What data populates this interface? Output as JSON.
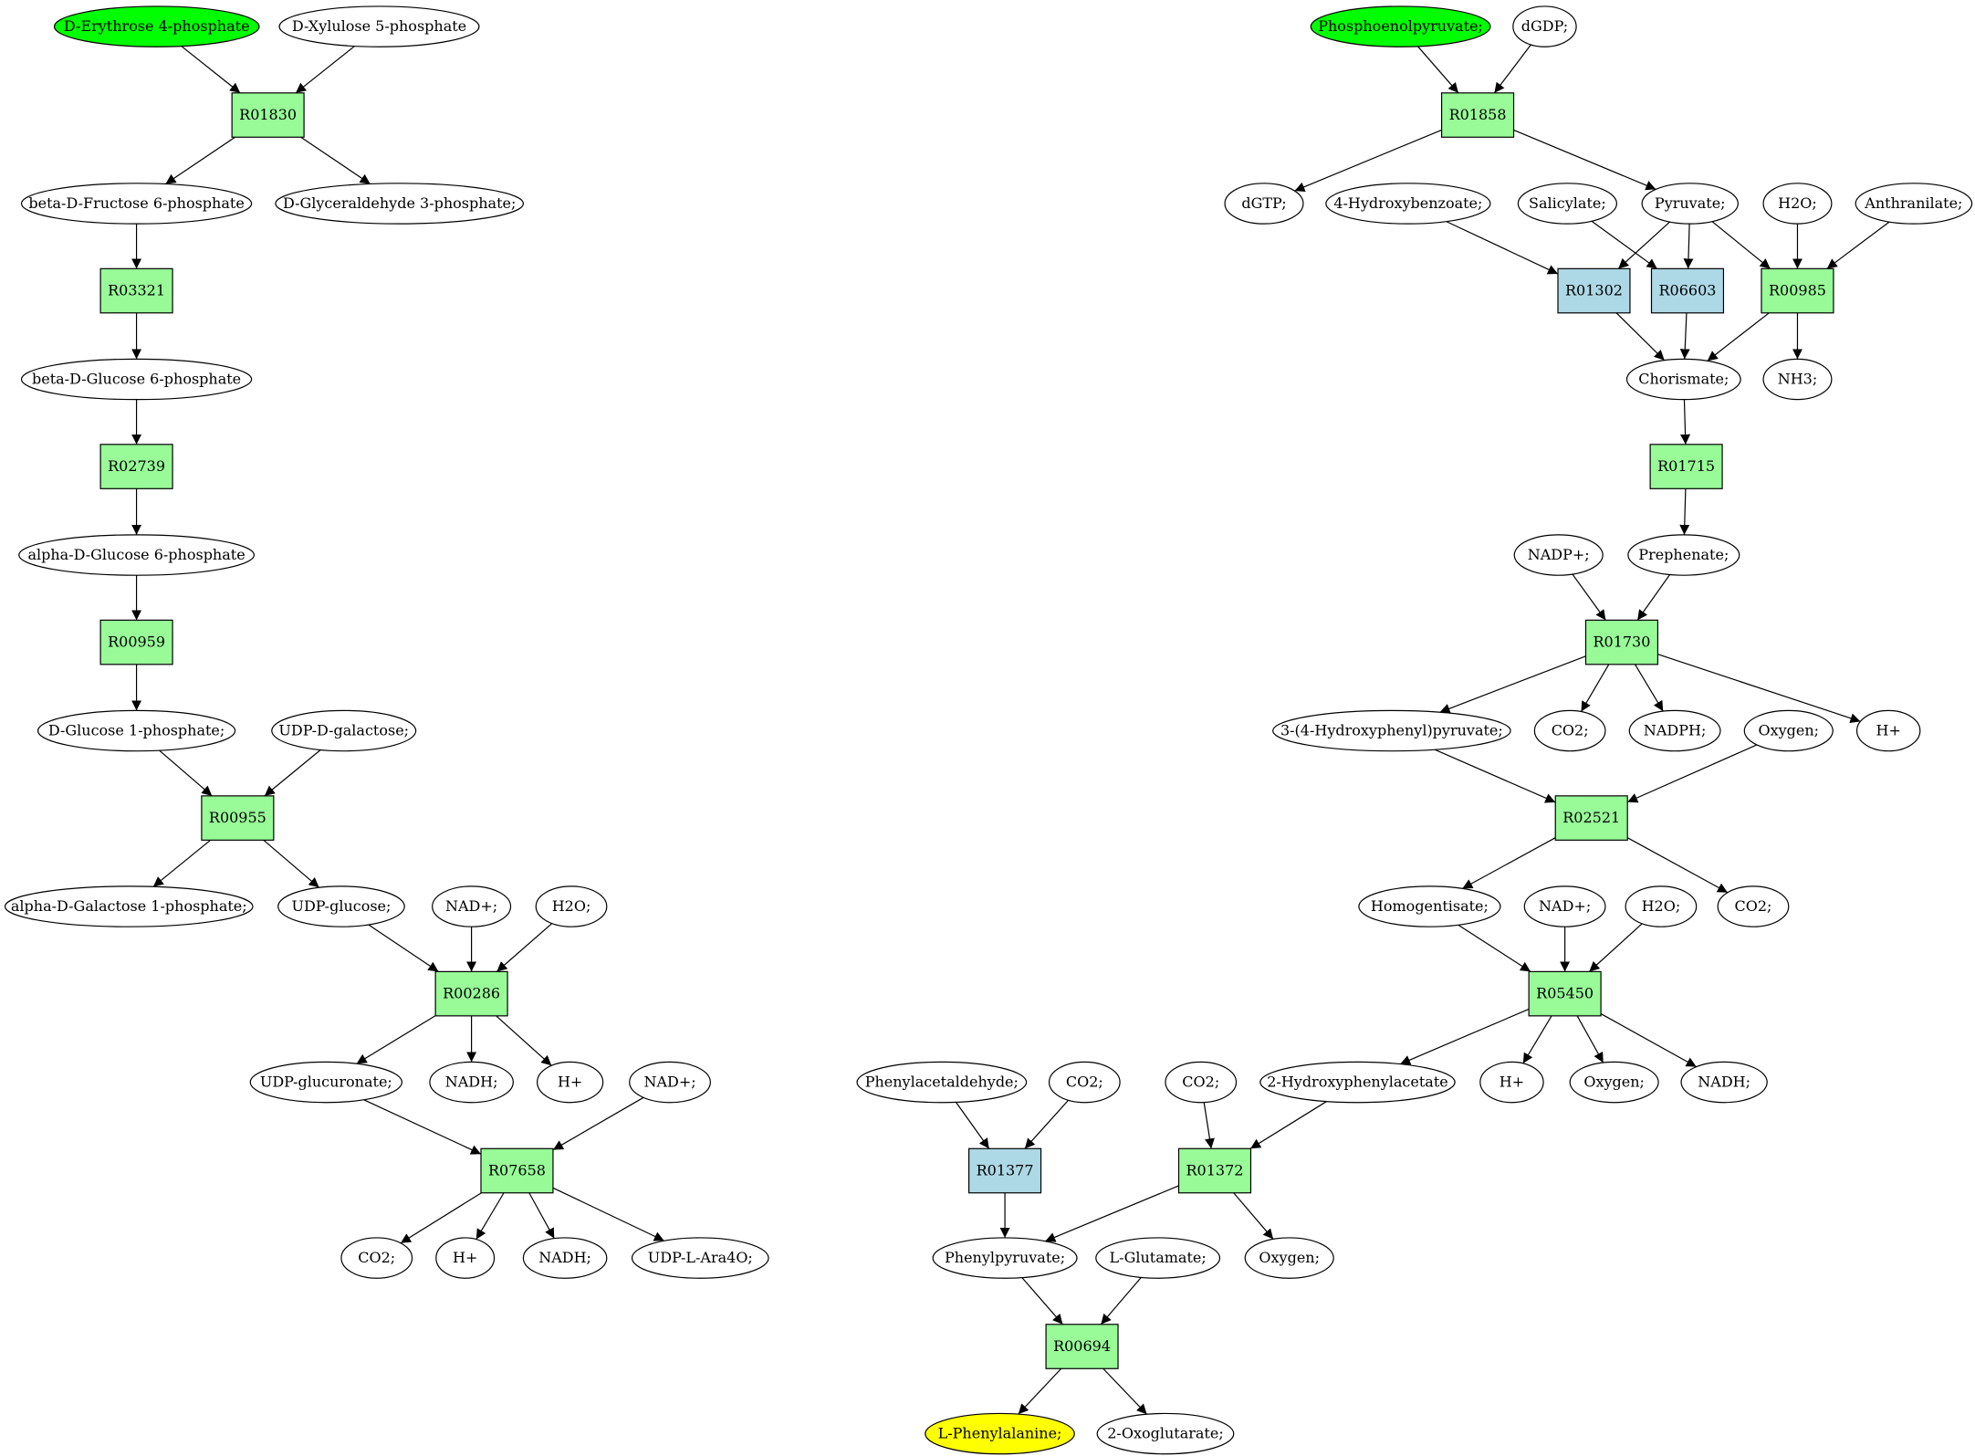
{
  "colors": {
    "reaction": "#98fb98",
    "alt_reaction": "#add8e6",
    "source": "#00ff00",
    "target": "#ffff00",
    "compound": "#ffffff",
    "stroke": "#000000"
  },
  "nodes": [
    {
      "id": "c_e4p",
      "label": "D-Erythrose 4-phosphate",
      "kind": "source"
    },
    {
      "id": "c_x5p",
      "label": "D-Xylulose 5-phosphate",
      "kind": "compound"
    },
    {
      "id": "r_R01830",
      "label": "R01830",
      "kind": "reaction"
    },
    {
      "id": "c_bf6p",
      "label": "beta-D-Fructose 6-phosphate",
      "kind": "compound"
    },
    {
      "id": "c_g3p",
      "label": "D-Glyceraldehyde 3-phosphate;",
      "kind": "compound"
    },
    {
      "id": "r_R03321",
      "label": "R03321",
      "kind": "reaction"
    },
    {
      "id": "c_bg6p",
      "label": "beta-D-Glucose 6-phosphate",
      "kind": "compound"
    },
    {
      "id": "r_R02739",
      "label": "R02739",
      "kind": "reaction"
    },
    {
      "id": "c_ag6p",
      "label": "alpha-D-Glucose 6-phosphate",
      "kind": "compound"
    },
    {
      "id": "r_R00959",
      "label": "R00959",
      "kind": "reaction"
    },
    {
      "id": "c_g1p",
      "label": "D-Glucose 1-phosphate;",
      "kind": "compound"
    },
    {
      "id": "c_udpgal",
      "label": "UDP-D-galactose;",
      "kind": "compound"
    },
    {
      "id": "r_R00955",
      "label": "R00955",
      "kind": "reaction"
    },
    {
      "id": "c_agal1p",
      "label": "alpha-D-Galactose 1-phosphate;",
      "kind": "compound"
    },
    {
      "id": "c_udpglc",
      "label": "UDP-glucose;",
      "kind": "compound"
    },
    {
      "id": "c_nad1",
      "label": "NAD+;",
      "kind": "compound"
    },
    {
      "id": "c_h2o1",
      "label": "H2O;",
      "kind": "compound"
    },
    {
      "id": "r_R00286",
      "label": "R00286",
      "kind": "reaction"
    },
    {
      "id": "c_udpgla",
      "label": "UDP-glucuronate;",
      "kind": "compound"
    },
    {
      "id": "c_nadh1",
      "label": "NADH;",
      "kind": "compound"
    },
    {
      "id": "c_h1",
      "label": "H+",
      "kind": "compound"
    },
    {
      "id": "c_nad2",
      "label": "NAD+;",
      "kind": "compound"
    },
    {
      "id": "r_R07658",
      "label": "R07658",
      "kind": "reaction"
    },
    {
      "id": "c_co2a",
      "label": "CO2;",
      "kind": "compound"
    },
    {
      "id": "c_h2",
      "label": "H+",
      "kind": "compound"
    },
    {
      "id": "c_nadh2",
      "label": "NADH;",
      "kind": "compound"
    },
    {
      "id": "c_udpara",
      "label": "UDP-L-Ara4O;",
      "kind": "compound"
    },
    {
      "id": "c_pep",
      "label": "Phosphoenolpyruvate;",
      "kind": "source"
    },
    {
      "id": "c_dgdp",
      "label": "dGDP;",
      "kind": "compound"
    },
    {
      "id": "r_R01858",
      "label": "R01858",
      "kind": "reaction"
    },
    {
      "id": "c_dgtp",
      "label": "dGTP;",
      "kind": "compound"
    },
    {
      "id": "c_4hb",
      "label": "4-Hydroxybenzoate;",
      "kind": "compound"
    },
    {
      "id": "c_sal",
      "label": "Salicylate;",
      "kind": "compound"
    },
    {
      "id": "c_pyr",
      "label": "Pyruvate;",
      "kind": "compound"
    },
    {
      "id": "c_h2o2",
      "label": "H2O;",
      "kind": "compound"
    },
    {
      "id": "c_anth",
      "label": "Anthranilate;",
      "kind": "compound"
    },
    {
      "id": "r_R01302",
      "label": "R01302",
      "kind": "alt_reaction"
    },
    {
      "id": "r_R06603",
      "label": "R06603",
      "kind": "alt_reaction"
    },
    {
      "id": "r_R00985",
      "label": "R00985",
      "kind": "reaction"
    },
    {
      "id": "c_chor",
      "label": "Chorismate;",
      "kind": "compound"
    },
    {
      "id": "c_nh3",
      "label": "NH3;",
      "kind": "compound"
    },
    {
      "id": "r_R01715",
      "label": "R01715",
      "kind": "reaction"
    },
    {
      "id": "c_nadp",
      "label": "NADP+;",
      "kind": "compound"
    },
    {
      "id": "c_preph",
      "label": "Prephenate;",
      "kind": "compound"
    },
    {
      "id": "r_R01730",
      "label": "R01730",
      "kind": "reaction"
    },
    {
      "id": "c_hpp",
      "label": "3-(4-Hydroxyphenyl)pyruvate;",
      "kind": "compound"
    },
    {
      "id": "c_co2b",
      "label": "CO2;",
      "kind": "compound"
    },
    {
      "id": "c_nadph",
      "label": "NADPH;",
      "kind": "compound"
    },
    {
      "id": "c_oxy1",
      "label": "Oxygen;",
      "kind": "compound"
    },
    {
      "id": "c_h3",
      "label": "H+",
      "kind": "compound"
    },
    {
      "id": "r_R02521",
      "label": "R02521",
      "kind": "reaction"
    },
    {
      "id": "c_homog",
      "label": "Homogentisate;",
      "kind": "compound"
    },
    {
      "id": "c_nad3",
      "label": "NAD+;",
      "kind": "compound"
    },
    {
      "id": "c_h2o3",
      "label": "H2O;",
      "kind": "compound"
    },
    {
      "id": "c_co2c",
      "label": "CO2;",
      "kind": "compound"
    },
    {
      "id": "r_R05450",
      "label": "R05450",
      "kind": "reaction"
    },
    {
      "id": "c_phacald",
      "label": "Phenylacetaldehyde;",
      "kind": "compound"
    },
    {
      "id": "c_co2d",
      "label": "CO2;",
      "kind": "compound"
    },
    {
      "id": "c_co2e",
      "label": "CO2;",
      "kind": "compound"
    },
    {
      "id": "c_2hpa",
      "label": "2-Hydroxyphenylacetate",
      "kind": "compound"
    },
    {
      "id": "c_h4",
      "label": "H+",
      "kind": "compound"
    },
    {
      "id": "c_oxy2",
      "label": "Oxygen;",
      "kind": "compound"
    },
    {
      "id": "c_nadh3",
      "label": "NADH;",
      "kind": "compound"
    },
    {
      "id": "r_R01377",
      "label": "R01377",
      "kind": "alt_reaction"
    },
    {
      "id": "r_R01372",
      "label": "R01372",
      "kind": "reaction"
    },
    {
      "id": "c_phpyr",
      "label": "Phenylpyruvate;",
      "kind": "compound"
    },
    {
      "id": "c_glu",
      "label": "L-Glutamate;",
      "kind": "compound"
    },
    {
      "id": "c_oxy3",
      "label": "Oxygen;",
      "kind": "compound"
    },
    {
      "id": "r_R00694",
      "label": "R00694",
      "kind": "reaction"
    },
    {
      "id": "c_phe",
      "label": "L-Phenylalanine;",
      "kind": "target"
    },
    {
      "id": "c_2og",
      "label": "2-Oxoglutarate;",
      "kind": "compound"
    }
  ],
  "edges": [
    [
      "c_e4p",
      "r_R01830"
    ],
    [
      "c_x5p",
      "r_R01830"
    ],
    [
      "r_R01830",
      "c_bf6p"
    ],
    [
      "r_R01830",
      "c_g3p"
    ],
    [
      "c_bf6p",
      "r_R03321"
    ],
    [
      "r_R03321",
      "c_bg6p"
    ],
    [
      "c_bg6p",
      "r_R02739"
    ],
    [
      "r_R02739",
      "c_ag6p"
    ],
    [
      "c_ag6p",
      "r_R00959"
    ],
    [
      "r_R00959",
      "c_g1p"
    ],
    [
      "c_g1p",
      "r_R00955"
    ],
    [
      "c_udpgal",
      "r_R00955"
    ],
    [
      "r_R00955",
      "c_agal1p"
    ],
    [
      "r_R00955",
      "c_udpglc"
    ],
    [
      "c_udpglc",
      "r_R00286"
    ],
    [
      "c_nad1",
      "r_R00286"
    ],
    [
      "c_h2o1",
      "r_R00286"
    ],
    [
      "r_R00286",
      "c_udpgla"
    ],
    [
      "r_R00286",
      "c_nadh1"
    ],
    [
      "r_R00286",
      "c_h1"
    ],
    [
      "c_udpgla",
      "r_R07658"
    ],
    [
      "c_nad2",
      "r_R07658"
    ],
    [
      "r_R07658",
      "c_co2a"
    ],
    [
      "r_R07658",
      "c_h2"
    ],
    [
      "r_R07658",
      "c_nadh2"
    ],
    [
      "r_R07658",
      "c_udpara"
    ],
    [
      "c_pep",
      "r_R01858"
    ],
    [
      "c_dgdp",
      "r_R01858"
    ],
    [
      "r_R01858",
      "c_dgtp"
    ],
    [
      "r_R01858",
      "c_pyr"
    ],
    [
      "c_4hb",
      "r_R01302"
    ],
    [
      "c_pyr",
      "r_R01302"
    ],
    [
      "c_sal",
      "r_R06603"
    ],
    [
      "c_pyr",
      "r_R06603"
    ],
    [
      "c_pyr",
      "r_R00985"
    ],
    [
      "c_h2o2",
      "r_R00985"
    ],
    [
      "c_anth",
      "r_R00985"
    ],
    [
      "r_R01302",
      "c_chor"
    ],
    [
      "r_R06603",
      "c_chor"
    ],
    [
      "r_R00985",
      "c_chor"
    ],
    [
      "r_R00985",
      "c_nh3"
    ],
    [
      "c_chor",
      "r_R01715"
    ],
    [
      "r_R01715",
      "c_preph"
    ],
    [
      "c_nadp",
      "r_R01730"
    ],
    [
      "c_preph",
      "r_R01730"
    ],
    [
      "r_R01730",
      "c_hpp"
    ],
    [
      "r_R01730",
      "c_co2b"
    ],
    [
      "r_R01730",
      "c_nadph"
    ],
    [
      "r_R01730",
      "c_h3"
    ],
    [
      "c_hpp",
      "r_R02521"
    ],
    [
      "c_oxy1",
      "r_R02521"
    ],
    [
      "r_R02521",
      "c_homog"
    ],
    [
      "r_R02521",
      "c_co2c"
    ],
    [
      "c_homog",
      "r_R05450"
    ],
    [
      "c_nad3",
      "r_R05450"
    ],
    [
      "c_h2o3",
      "r_R05450"
    ],
    [
      "r_R05450",
      "c_2hpa"
    ],
    [
      "r_R05450",
      "c_h4"
    ],
    [
      "r_R05450",
      "c_oxy2"
    ],
    [
      "r_R05450",
      "c_nadh3"
    ],
    [
      "c_phacald",
      "r_R01377"
    ],
    [
      "c_co2d",
      "r_R01377"
    ],
    [
      "c_co2e",
      "r_R01372"
    ],
    [
      "c_2hpa",
      "r_R01372"
    ],
    [
      "r_R01377",
      "c_phpyr"
    ],
    [
      "r_R01372",
      "c_phpyr"
    ],
    [
      "r_R01372",
      "c_oxy3"
    ],
    [
      "c_phpyr",
      "r_R00694"
    ],
    [
      "c_glu",
      "r_R00694"
    ],
    [
      "r_R00694",
      "c_phe"
    ],
    [
      "r_R00694",
      "c_2og"
    ]
  ]
}
